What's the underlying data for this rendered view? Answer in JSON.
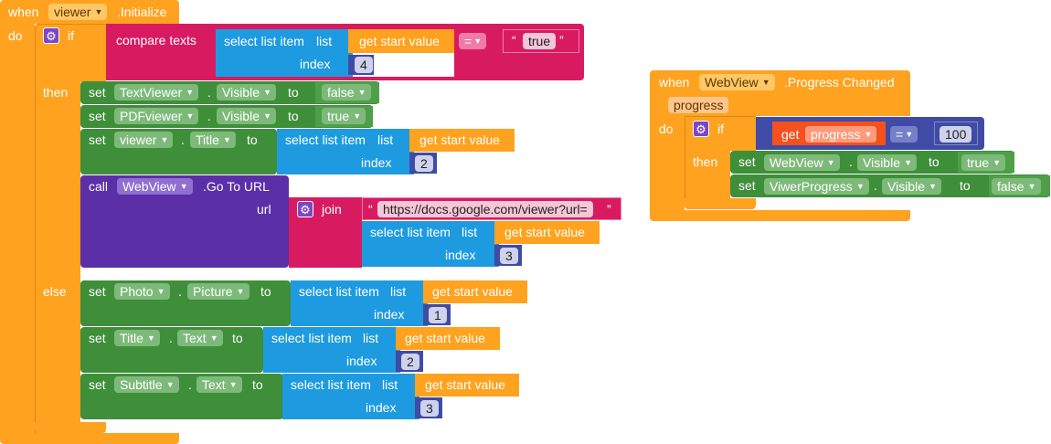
{
  "block1": {
    "when": "when",
    "component": "viewer",
    "event": ".Initialize",
    "do": "do",
    "if": "if",
    "then": "then",
    "else": "else",
    "compare_texts": "compare texts",
    "select_list_item": "select list item",
    "list": "list",
    "index": "index",
    "get_start_value": "get start value",
    "op_equal": "=",
    "quote_open": "“",
    "quote_close": "”",
    "true_text": "true",
    "idx_4": "4",
    "set": "set",
    "to": "to",
    "dot": ".",
    "textviewer": "TextViewer",
    "pdfviewer": "PDFviewer",
    "visible": "Visible",
    "false": "false",
    "true": "true",
    "viewer": "viewer",
    "title_prop": "Title",
    "idx_2": "2",
    "call": "call",
    "webview": "WebView",
    "goto_url": ".Go To URL",
    "url": "url",
    "join": "join",
    "url_text": "https://docs.google.com/viewer?url=",
    "idx_3": "3",
    "photo": "Photo",
    "picture": "Picture",
    "idx_1": "1",
    "title_comp": "Title",
    "text_prop": "Text",
    "subtitle": "Subtitle"
  },
  "block2": {
    "when": "when",
    "component": "WebView",
    "event": ".Progress Changed",
    "param": "progress",
    "do": "do",
    "if": "if",
    "then": "then",
    "get": "get",
    "progress": "progress",
    "op_equal": "=",
    "hundred": "100",
    "set": "set",
    "to": "to",
    "dot": ".",
    "webview": "WebView",
    "visible": "Visible",
    "true": "true",
    "viwerprogress": "ViwerProgress",
    "false": "false"
  }
}
